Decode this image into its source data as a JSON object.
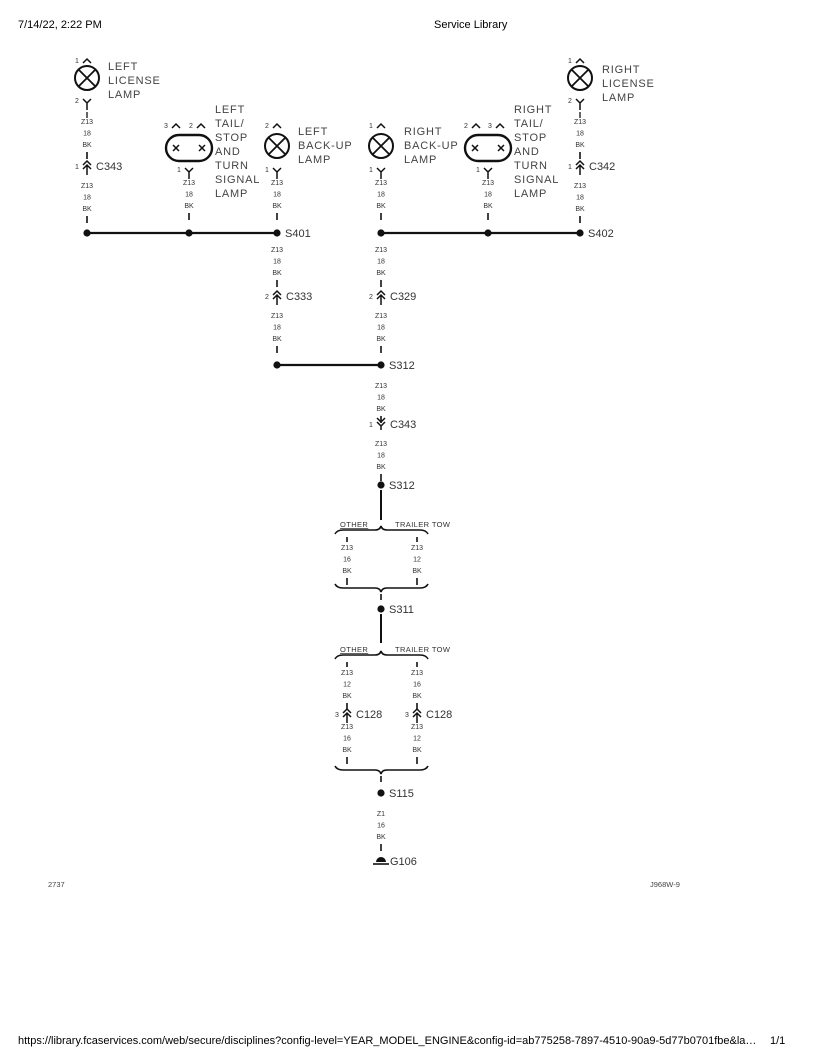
{
  "header": {
    "datetime": "7/14/22, 2:22 PM",
    "title": "Service Library"
  },
  "footer": {
    "url": "https://library.fcaservices.com/web/secure/disciplines?config-level=YEAR_MODEL_ENGINE&config-id=ab775258-7897-4510-90a9-5d77b0701fbe&la…",
    "page": "1/1"
  },
  "diagram": {
    "components": [
      {
        "label_lines": [
          "LEFT",
          "LICENSE",
          "LAMP"
        ],
        "pins": [
          "1",
          "2"
        ]
      },
      {
        "label_lines": [
          "LEFT",
          "TAIL/",
          "STOP",
          "AND",
          "TURN",
          "SIGNAL",
          "LAMP"
        ],
        "pins": [
          "3",
          "2",
          "1"
        ]
      },
      {
        "label_lines": [
          "LEFT",
          "BACK-UP",
          "LAMP"
        ],
        "pins": [
          "2",
          "1"
        ]
      },
      {
        "label_lines": [
          "RIGHT",
          "BACK-UP",
          "LAMP"
        ],
        "pins": [
          "1",
          "1"
        ]
      },
      {
        "label_lines": [
          "RIGHT",
          "TAIL/",
          "STOP",
          "AND",
          "TURN",
          "SIGNAL",
          "LAMP"
        ],
        "pins": [
          "2",
          "3",
          "1"
        ]
      },
      {
        "label_lines": [
          "RIGHT",
          "LICENSE",
          "LAMP"
        ],
        "pins": [
          "1",
          "2"
        ]
      }
    ],
    "wire_labels": [
      [
        "Z13",
        "18",
        "BK"
      ],
      [
        "Z13",
        "18",
        "BK"
      ],
      [
        "Z13",
        "18",
        "BK"
      ],
      [
        "Z13",
        "18",
        "BK"
      ],
      [
        "Z13",
        "18",
        "BK"
      ],
      [
        "Z13",
        "18",
        "BK"
      ],
      [
        "Z13",
        "18",
        "BK"
      ],
      [
        "Z13",
        "18",
        "BK"
      ],
      [
        "Z13",
        "18",
        "BK"
      ],
      [
        "Z13",
        "18",
        "BK"
      ],
      [
        "Z13",
        "18",
        "BK"
      ],
      [
        "Z13",
        "18",
        "BK"
      ],
      [
        "Z13",
        "18",
        "BK"
      ],
      [
        "Z13",
        "18",
        "BK"
      ],
      [
        "Z13",
        "16",
        "BK"
      ],
      [
        "Z13",
        "12",
        "BK"
      ],
      [
        "Z13",
        "12",
        "BK"
      ],
      [
        "Z13",
        "16",
        "BK"
      ],
      [
        "Z13",
        "16",
        "BK"
      ],
      [
        "Z13",
        "12",
        "BK"
      ],
      [
        "Z1",
        "16",
        "BK"
      ]
    ],
    "connectors": [
      {
        "pin": "1",
        "name": "C343"
      },
      {
        "pin": "1",
        "name": "C342"
      },
      {
        "pin": "2",
        "name": "C333"
      },
      {
        "pin": "2",
        "name": "C329"
      },
      {
        "pin": "1",
        "name": "C343"
      },
      {
        "pin": "3",
        "name": "C128"
      },
      {
        "pin": "3",
        "name": "C128"
      }
    ],
    "splices": [
      "S401",
      "S402",
      "S312",
      "S312",
      "S311",
      "S115"
    ],
    "branches": [
      {
        "left": "OTHER",
        "right": "TRAILER TOW"
      },
      {
        "left": "OTHER",
        "right": "TRAILER TOW"
      }
    ],
    "ground": "G106",
    "figure_number": "2737",
    "figure_code": "J968W-9"
  }
}
